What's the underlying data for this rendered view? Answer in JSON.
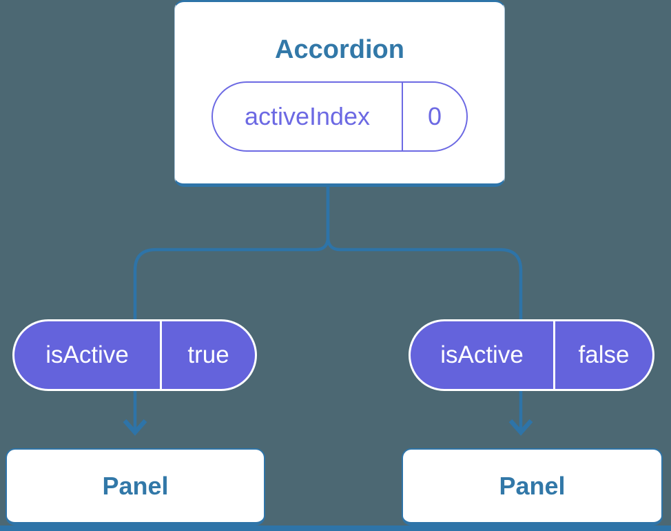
{
  "colors": {
    "background": "#4C6873",
    "accent_blue": "#2E74A8",
    "heading_text_blue": "#3278A8",
    "purple_fill": "#6463DC",
    "purple_outline_text": "#6C69E3",
    "card_background": "#FFFFFF",
    "pill_text_on_purple": "#FFFFFF"
  },
  "diagram": {
    "root": {
      "title": "Accordion",
      "prop": {
        "name": "activeIndex",
        "value": "0"
      }
    },
    "children": [
      {
        "prop": {
          "name": "isActive",
          "value": "true"
        },
        "panel_label": "Panel"
      },
      {
        "prop": {
          "name": "isActive",
          "value": "false"
        },
        "panel_label": "Panel"
      }
    ]
  }
}
